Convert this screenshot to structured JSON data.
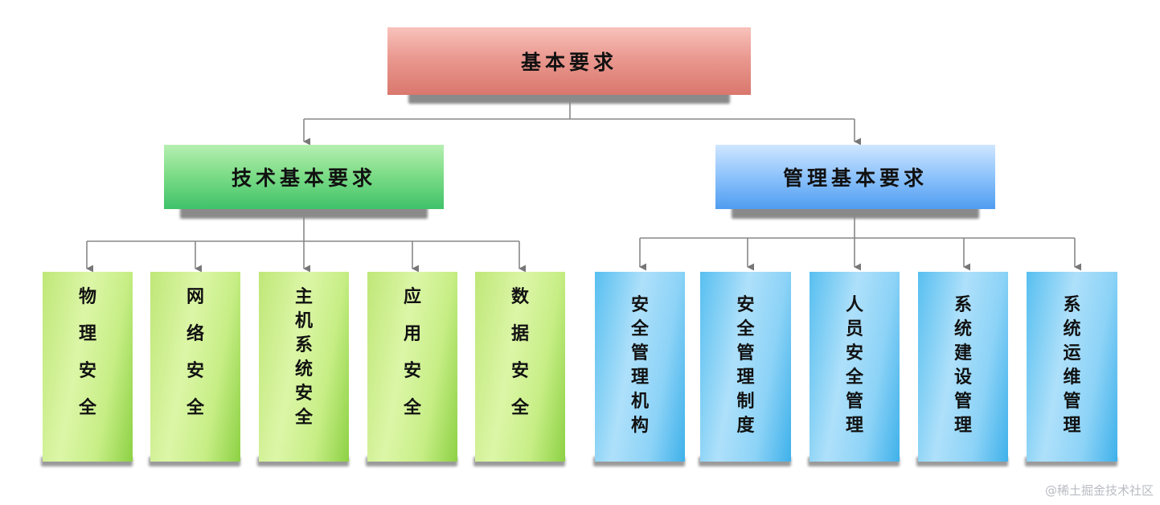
{
  "root": {
    "label": "基本要求"
  },
  "branches": [
    {
      "label": "技术基本要求",
      "children": [
        "物理安全",
        "网络安全",
        "主机系统安全",
        "应用安全",
        "数据安全"
      ]
    },
    {
      "label": "管理基本要求",
      "children": [
        "安全管理机构",
        "安全管理制度",
        "人员安全管理",
        "系统建设管理",
        "系统运维管理"
      ]
    }
  ],
  "watermark": "@稀土掘金技术社区"
}
